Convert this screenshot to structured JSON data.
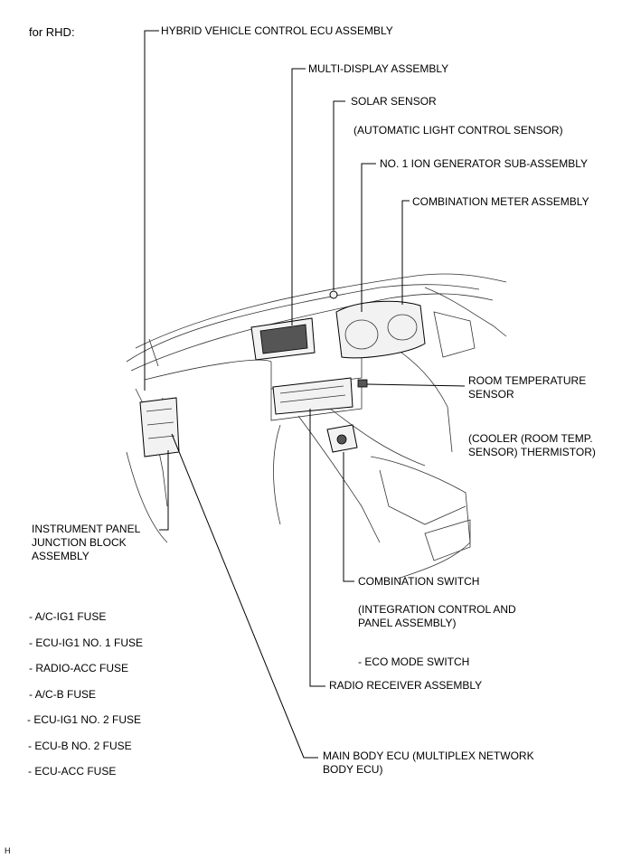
{
  "header": "for RHD:",
  "footer_code": "H",
  "labels": {
    "hybrid_ecu": "HYBRID VEHICLE CONTROL ECU ASSEMBLY",
    "multi_display": "MULTI-DISPLAY ASSEMBLY",
    "solar_sensor": "SOLAR SENSOR",
    "solar_sensor_sub": "(AUTOMATIC LIGHT CONTROL SENSOR)",
    "ion_generator": "NO. 1 ION GENERATOR SUB-ASSEMBLY",
    "combination_meter": "COMBINATION METER ASSEMBLY",
    "room_temp_sensor": "ROOM TEMPERATURE SENSOR",
    "room_temp_sensor_sub": "(COOLER (ROOM TEMP. SENSOR) THERMISTOR)",
    "instrument_panel_jb": "INSTRUMENT PANEL JUNCTION BLOCK ASSEMBLY",
    "combination_switch": "COMBINATION SWITCH",
    "combination_switch_sub": "(INTEGRATION CONTROL AND PANEL ASSEMBLY)",
    "eco_mode_switch": "- ECO MODE SWITCH",
    "radio_receiver": "RADIO RECEIVER ASSEMBLY",
    "main_body_ecu": "MAIN BODY ECU (MULTIPLEX NETWORK BODY ECU)"
  },
  "fuses": [
    "- A/C-IG1 FUSE",
    "- ECU-IG1 NO. 1 FUSE",
    "- RADIO-ACC FUSE",
    "- A/C-B FUSE",
    "- ECU-IG1 NO. 2 FUSE",
    "- ECU-B NO. 2 FUSE",
    "- ECU-ACC FUSE"
  ]
}
